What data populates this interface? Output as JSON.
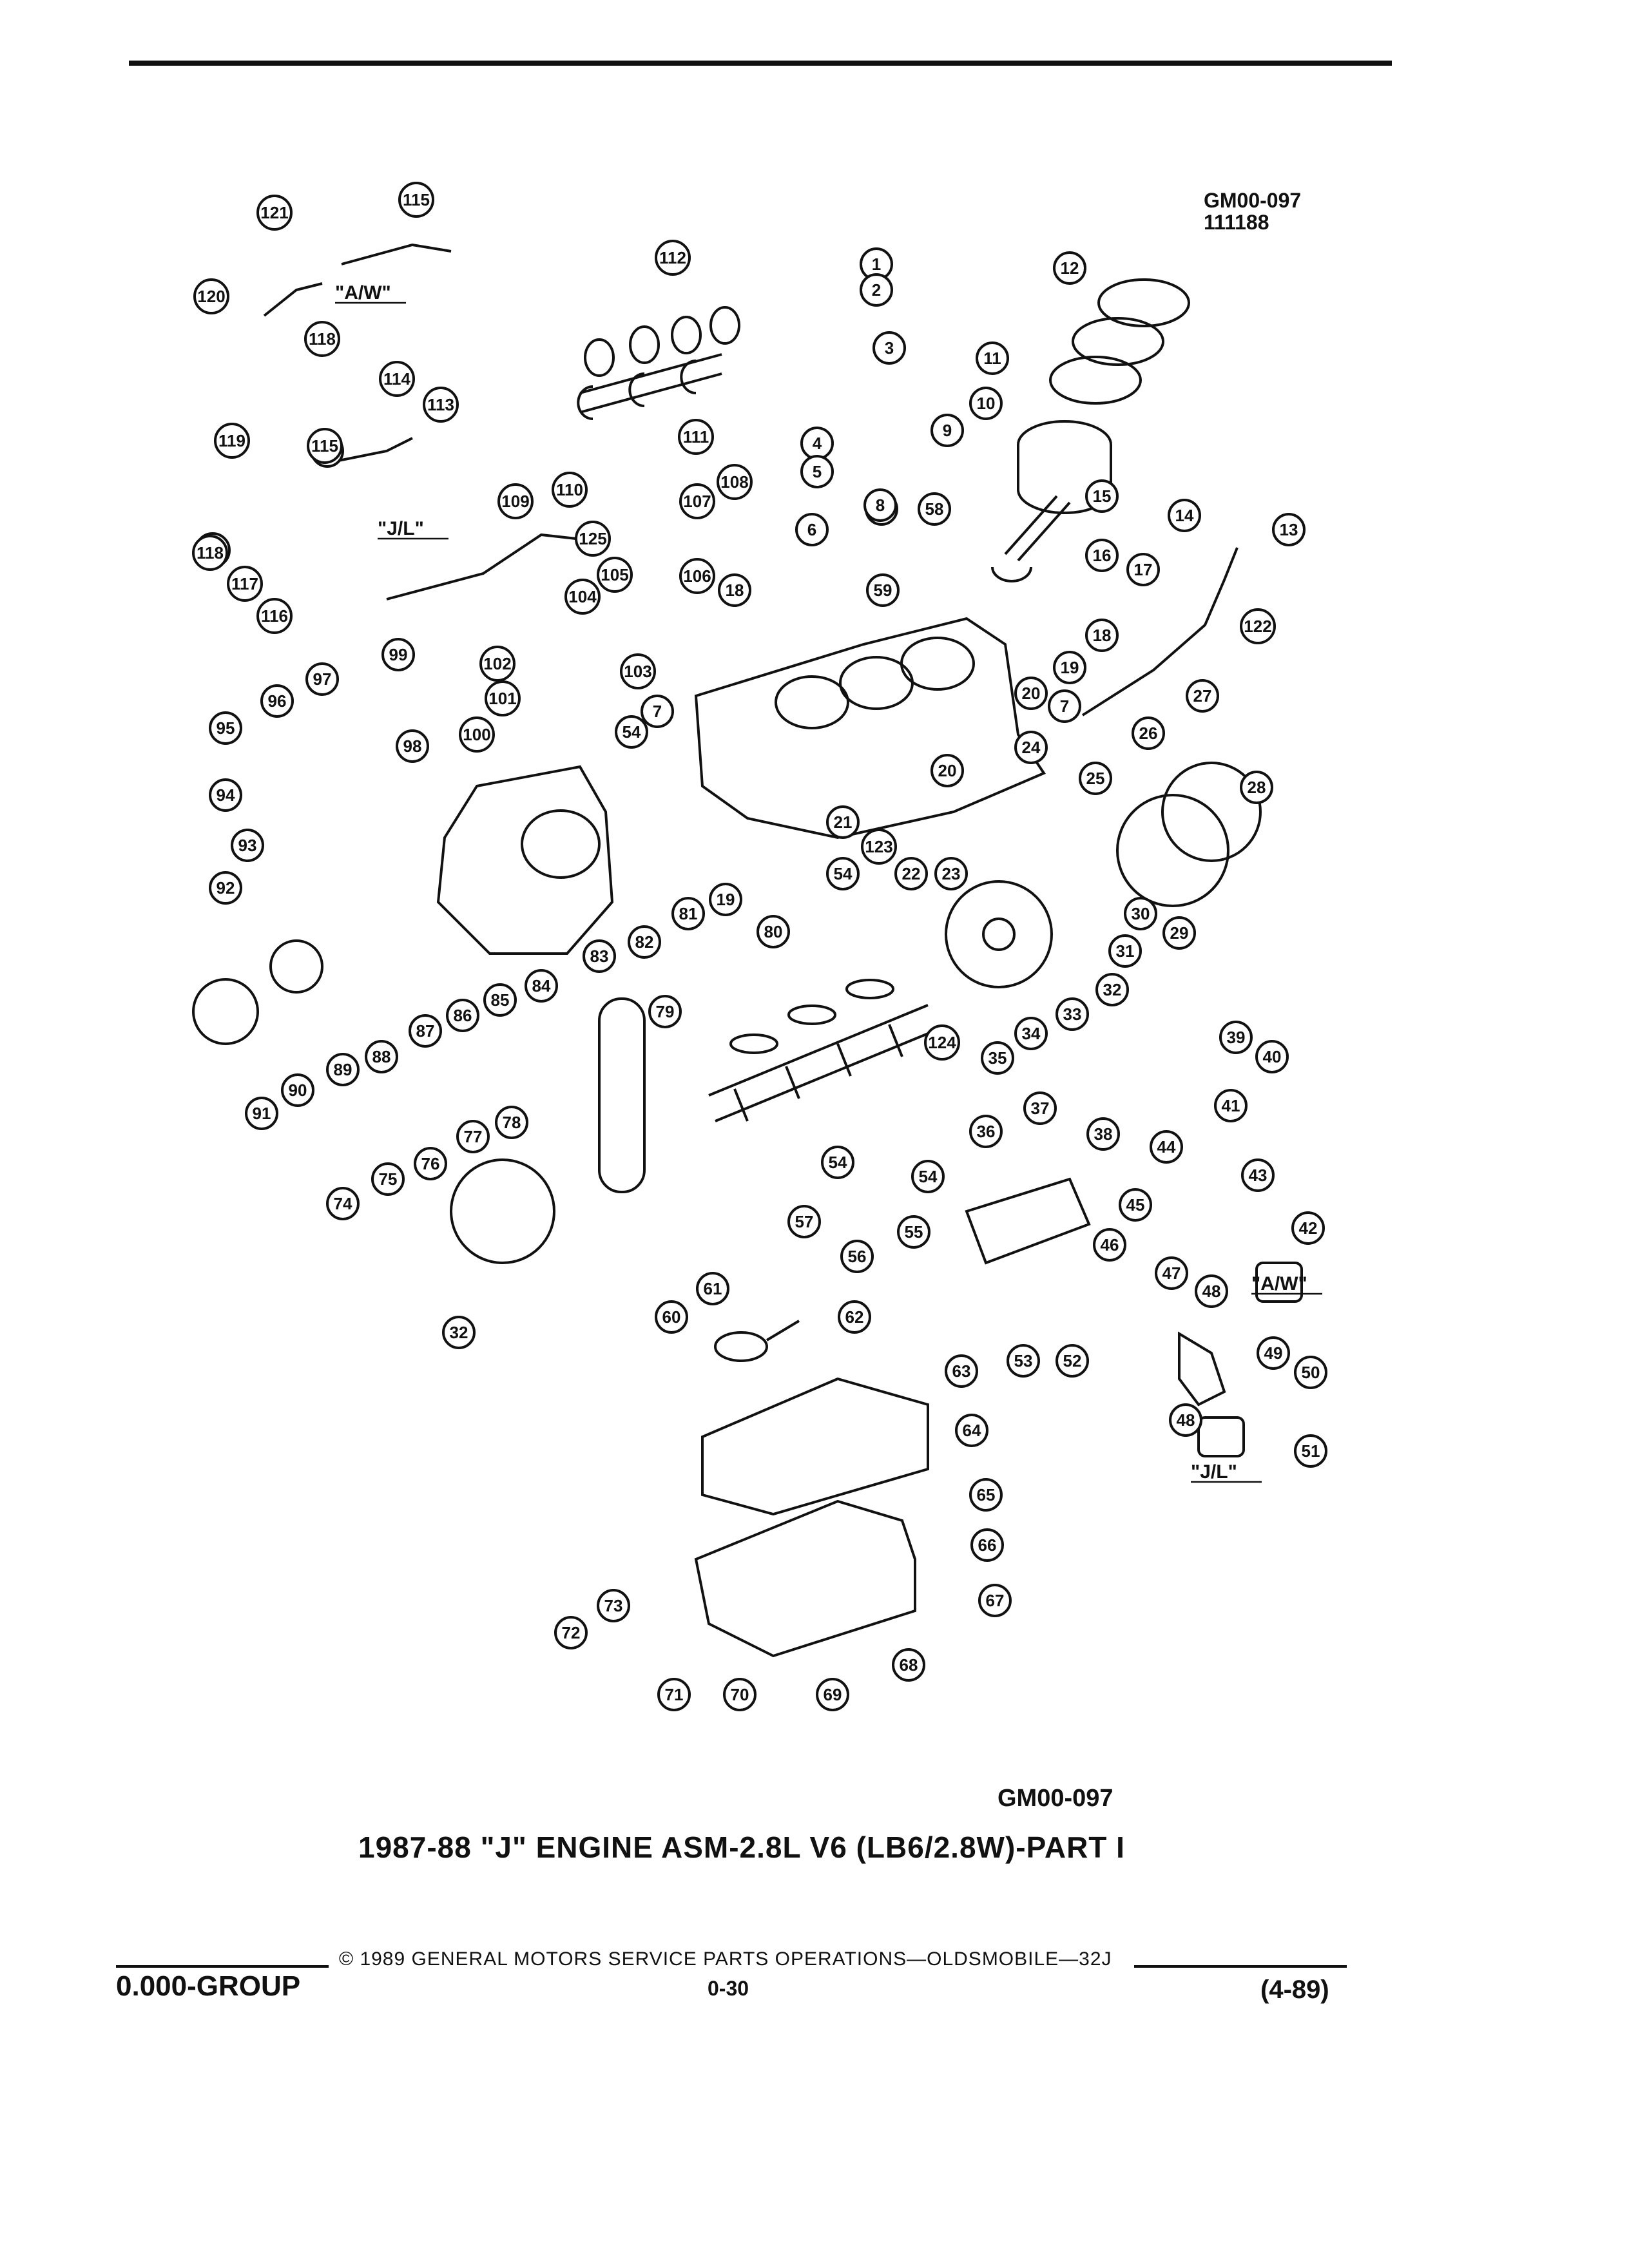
{
  "header": {
    "ref_top": "GM00-097",
    "ref_date": "111188"
  },
  "diagram": {
    "variant_labels": [
      "\"A/W\"",
      "\"J/L\"",
      "\"A/W\"",
      "\"J/L\""
    ],
    "callouts": [
      "1",
      "2",
      "3",
      "4",
      "5",
      "6",
      "7",
      "8",
      "9",
      "10",
      "11",
      "12",
      "13",
      "14",
      "15",
      "16",
      "17",
      "18",
      "19",
      "20",
      "21",
      "22",
      "23",
      "24",
      "25",
      "26",
      "27",
      "28",
      "29",
      "30",
      "31",
      "32",
      "33",
      "34",
      "35",
      "36",
      "37",
      "38",
      "39",
      "40",
      "41",
      "42",
      "43",
      "44",
      "45",
      "46",
      "47",
      "48",
      "49",
      "50",
      "51",
      "52",
      "53",
      "54",
      "55",
      "56",
      "57",
      "58",
      "59",
      "60",
      "61",
      "62",
      "63",
      "64",
      "65",
      "66",
      "67",
      "68",
      "69",
      "70",
      "71",
      "72",
      "73",
      "74",
      "75",
      "76",
      "77",
      "78",
      "79",
      "80",
      "81",
      "82",
      "83",
      "84",
      "85",
      "86",
      "87",
      "88",
      "89",
      "90",
      "91",
      "92",
      "93",
      "94",
      "95",
      "96",
      "97",
      "98",
      "99",
      "100",
      "101",
      "102",
      "103",
      "104",
      "105",
      "106",
      "107",
      "108",
      "109",
      "110",
      "111",
      "112",
      "113",
      "114",
      "115",
      "116",
      "117",
      "118",
      "119",
      "120",
      "121",
      "122",
      "123",
      "124",
      "125"
    ]
  },
  "caption": {
    "ref": "GM00-097",
    "title": "1987-88 \"J\" ENGINE ASM-2.8L V6 (LB6/2.8W)-PART I"
  },
  "footer": {
    "copyright": "© 1989 GENERAL MOTORS SERVICE PARTS OPERATIONS—OLDSMOBILE—32J",
    "group": "0.000-GROUP",
    "page": "0-30",
    "date": "(4-89)"
  }
}
